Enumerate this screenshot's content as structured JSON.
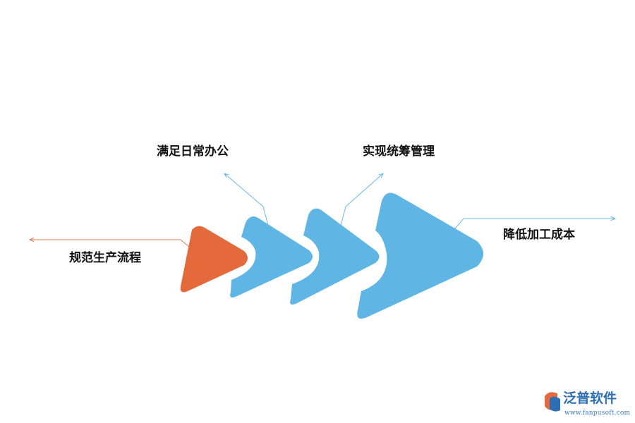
{
  "diagram": {
    "labels": {
      "left": "规范生产流程",
      "top_left": "满足日常办公",
      "top_right": "实现统筹管理",
      "right": "降低加工成本"
    }
  },
  "colors": {
    "orange": "#e4693b",
    "blue": "#5fb5e3",
    "arrow_orange": "#e07a50",
    "arrow_blue": "#6ab8e6",
    "brand": "#2e6fb3"
  },
  "logo": {
    "name": "泛普软件",
    "url": "www.fanpusoft.com"
  }
}
